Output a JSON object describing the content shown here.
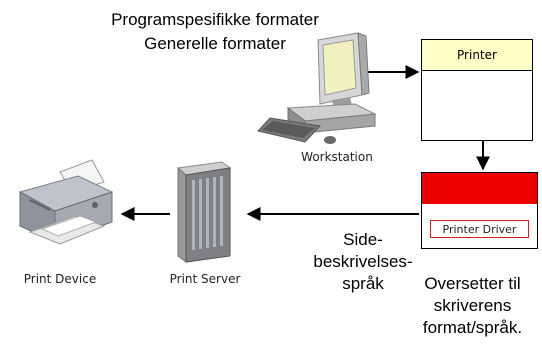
{
  "top_text": {
    "line1": "Programspesifikke formater",
    "line2": "Generelle formater"
  },
  "workstation": {
    "label": "Workstation"
  },
  "printer_box": {
    "label": "Printer"
  },
  "driver_box": {
    "label": "Printer Driver"
  },
  "print_server": {
    "label": "Print Server"
  },
  "print_device": {
    "label": "Print Device"
  },
  "side_text": {
    "line1": "Side-",
    "line2": "beskrivelses-",
    "line3": "språk"
  },
  "translate_text": {
    "line1": "Oversetter til",
    "line2": "skriverens",
    "line3": "format/språk."
  },
  "colors": {
    "driver_header": "#ee0000",
    "printer_header": "#ffffc7"
  },
  "icons": [
    "workstation-icon",
    "print-server-icon",
    "printer-device-icon"
  ]
}
